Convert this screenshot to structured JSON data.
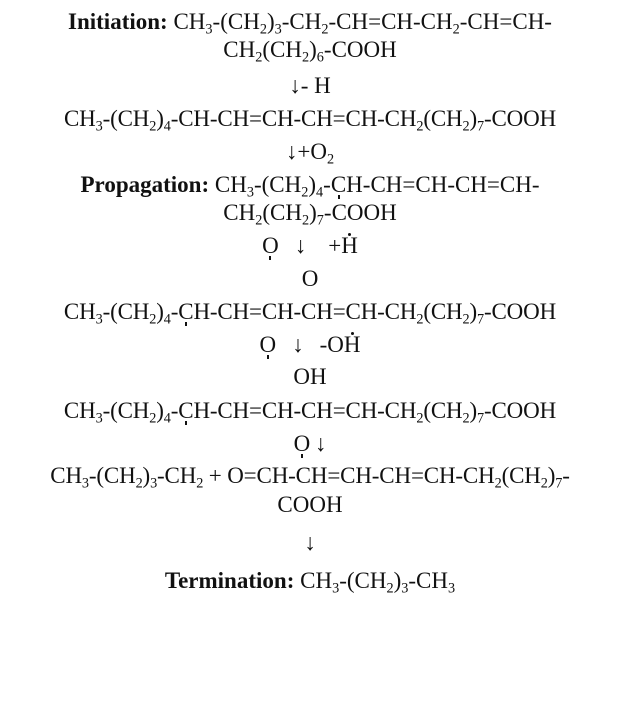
{
  "labels": {
    "initiation": "Initiation:",
    "propagation": "Propagation:",
    "termination": "Termination:"
  },
  "arrow": "↓",
  "steps": {
    "minus_h": "- H",
    "plus_o2_prefix": "+O",
    "plus_h_prefix": "+",
    "minus_oh_prefix": "-O"
  },
  "atoms": {
    "O": "O",
    "H": "H",
    "OH": "OH",
    "COOH": "COOH"
  }
}
